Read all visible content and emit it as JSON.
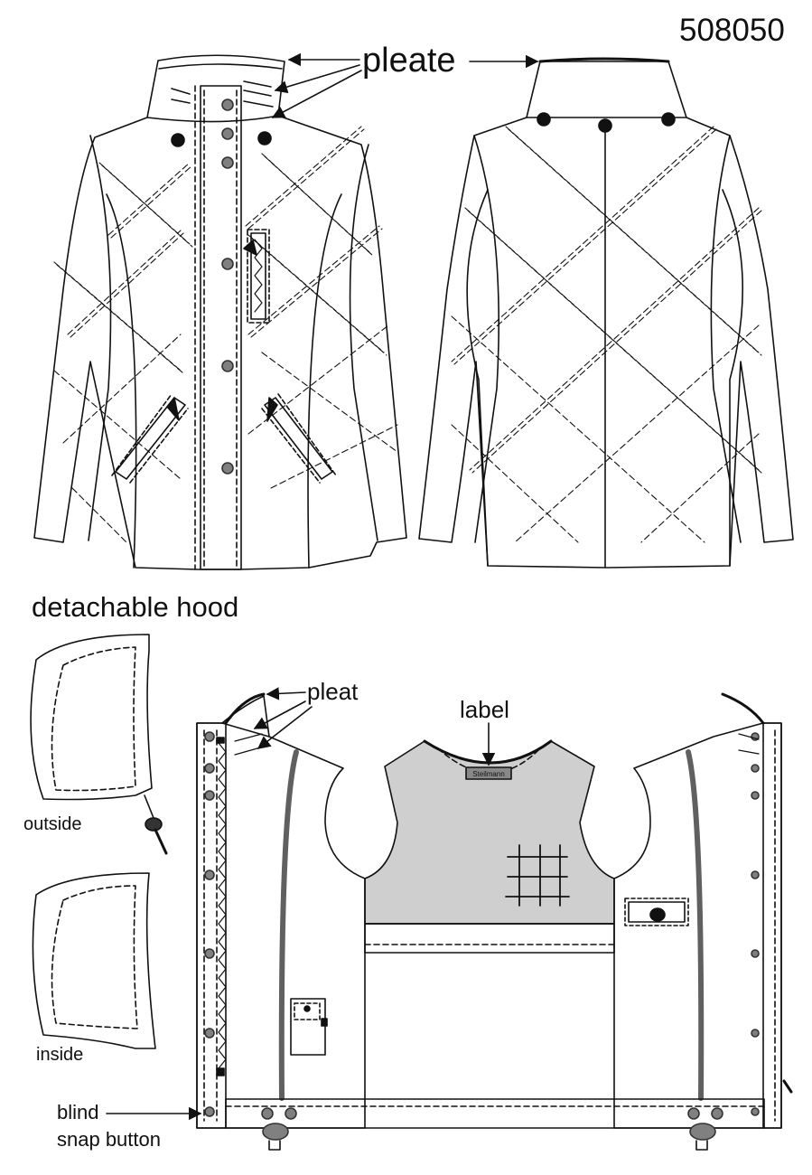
{
  "style_number": "508050",
  "callouts": {
    "pleate": "pleate",
    "detachable_hood": "detachable hood",
    "pleat": "pleat",
    "label": "label",
    "outside": "outside",
    "inside": "inside",
    "blind_line1": "blind",
    "blind_line2": "snap button"
  },
  "label_tag_text": "Steilmann",
  "colors": {
    "line": "#111111",
    "lining_grey": "#cfcfcf",
    "button_grey": "#808080",
    "zipper_grey": "#606060"
  },
  "icons": [
    "button-icon",
    "zipper-pull-icon",
    "toggle-icon",
    "snap-icon"
  ]
}
